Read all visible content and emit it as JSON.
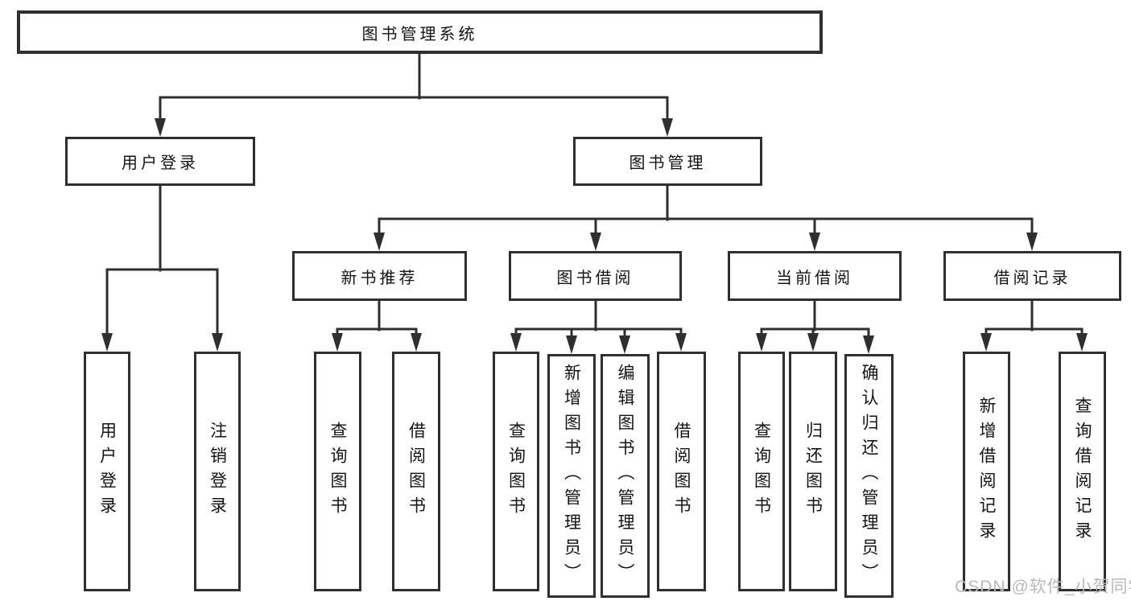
{
  "diagram": {
    "title": "图书管理系统",
    "branches": [
      {
        "label": "用户登录",
        "children": [
          "用户登录",
          "注销登录"
        ]
      },
      {
        "label": "图书管理",
        "children": [
          {
            "label": "新书推荐",
            "children": [
              "查询图书",
              "借阅图书"
            ]
          },
          {
            "label": "图书借阅",
            "children": [
              "查询图书",
              "新增图书（管理员）",
              "编辑图书（管理员）",
              "借阅图书"
            ]
          },
          {
            "label": "当前借阅",
            "children": [
              "查询图书",
              "归还图书",
              "确认归还（管理员）"
            ]
          },
          {
            "label": "借阅记录",
            "children": [
              "新增借阅记录",
              "查询借阅记录"
            ]
          }
        ]
      }
    ]
  },
  "watermark": {
    "text": "CSDN @软件_小贺同学"
  },
  "colors": {
    "line": "#2f2f2f",
    "box_border": "#2f2f2f",
    "box_fill": "#ffffff",
    "text": "#141414",
    "watermark": "#b9b9b9"
  }
}
